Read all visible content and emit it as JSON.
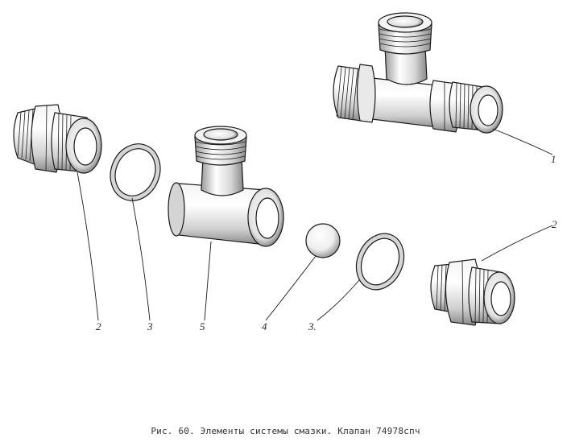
{
  "labels": {
    "part_1": "1",
    "part_2_left": "2",
    "part_3_left": "3",
    "part_5": "5",
    "part_4": "4",
    "part_3_right": "3.",
    "part_2_right": "2"
  },
  "caption": "Рис. 60. Элементы системы смазки. Клапан 74978спч"
}
